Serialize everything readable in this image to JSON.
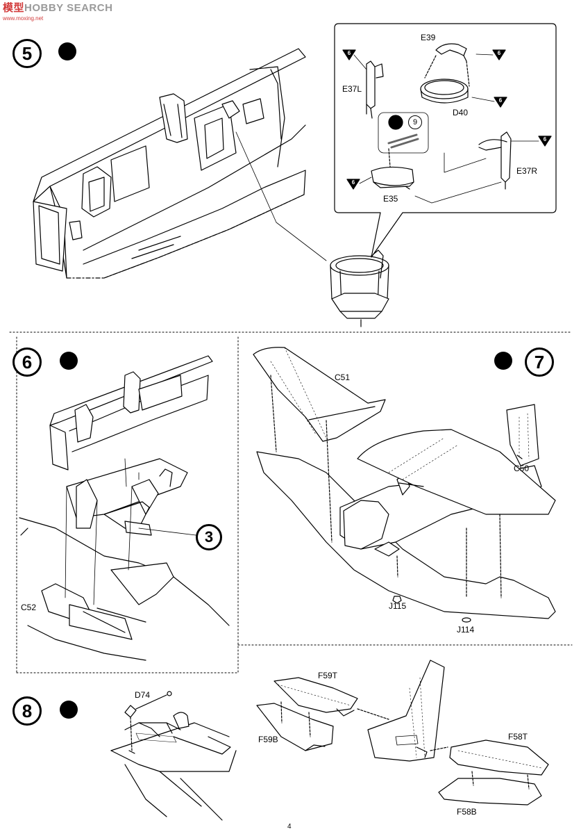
{
  "watermark": {
    "chinese": "模型",
    "english": "HOBBY SEARCH",
    "url": "www.moxing.net"
  },
  "page": {
    "number": "4"
  },
  "steps": [
    {
      "number": "5"
    },
    {
      "number": "6"
    },
    {
      "number": "7"
    },
    {
      "number": "8"
    }
  ],
  "reference_step": "3",
  "paint_ref": "9",
  "paint_triangle": "6",
  "parts": {
    "e39": "E39",
    "e37l": "E37L",
    "d40": "D40",
    "e37r": "E37R",
    "e35": "E35",
    "c51": "C51",
    "c50": "C50",
    "c52": "C52",
    "j115": "J115",
    "j114": "J114",
    "d74": "D74",
    "f59t": "F59T",
    "f59b": "F59B",
    "f58t": "F58T",
    "f58b": "F58B"
  }
}
